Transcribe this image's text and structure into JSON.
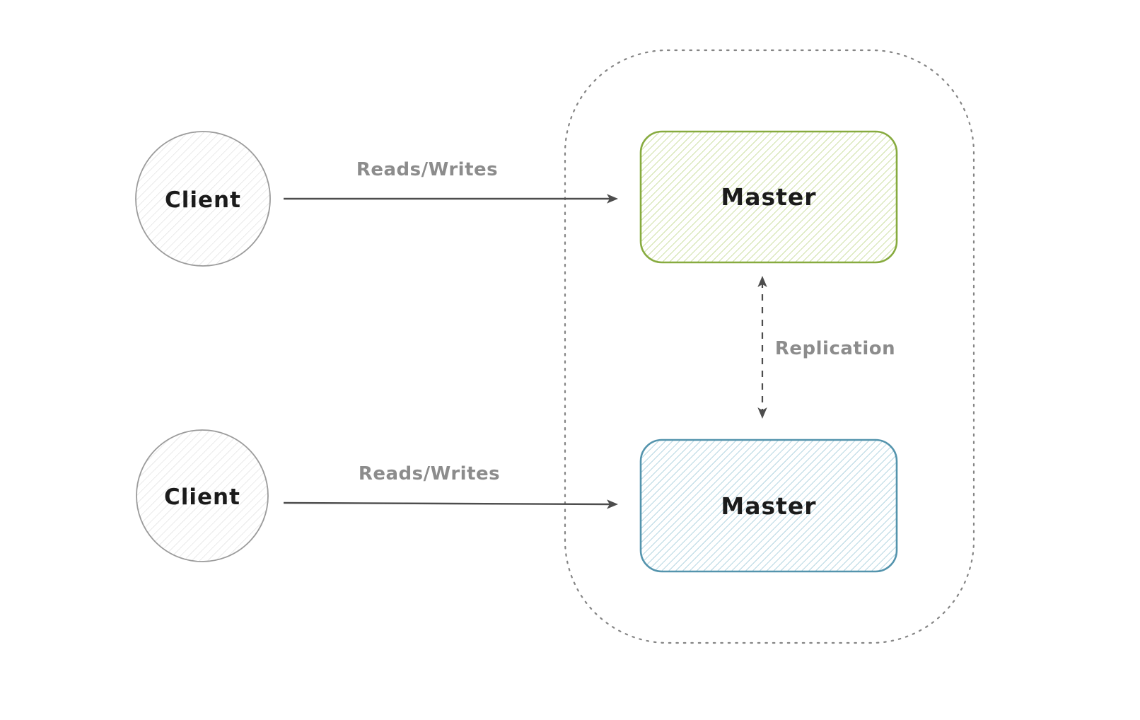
{
  "diagram": {
    "clients": [
      {
        "label": "Client"
      },
      {
        "label": "Client"
      }
    ],
    "masters": [
      {
        "label": "Master",
        "variant": "green"
      },
      {
        "label": "Master",
        "variant": "blue"
      }
    ],
    "edges": [
      {
        "label": "Reads/Writes",
        "from": "client-1",
        "to": "master-green",
        "style": "solid-arrow"
      },
      {
        "label": "Reads/Writes",
        "from": "client-2",
        "to": "master-blue",
        "style": "solid-arrow"
      },
      {
        "label": "Replication",
        "from": "master-green",
        "to": "master-blue",
        "style": "dashed-arrow",
        "bidirectional": true
      }
    ],
    "colors": {
      "node_label": "#1b1b1b",
      "edge_label": "#8c8c8c",
      "arrow": "#4d4d4d",
      "container_border": "#858585",
      "circle_border": "#9b9b9b",
      "gray_hatch": "#d8d8d8",
      "green_border": "#87ab3f",
      "green_hatch": "#b9d37e",
      "blue_border": "#5494ad",
      "blue_hatch": "#92c3d4"
    }
  }
}
